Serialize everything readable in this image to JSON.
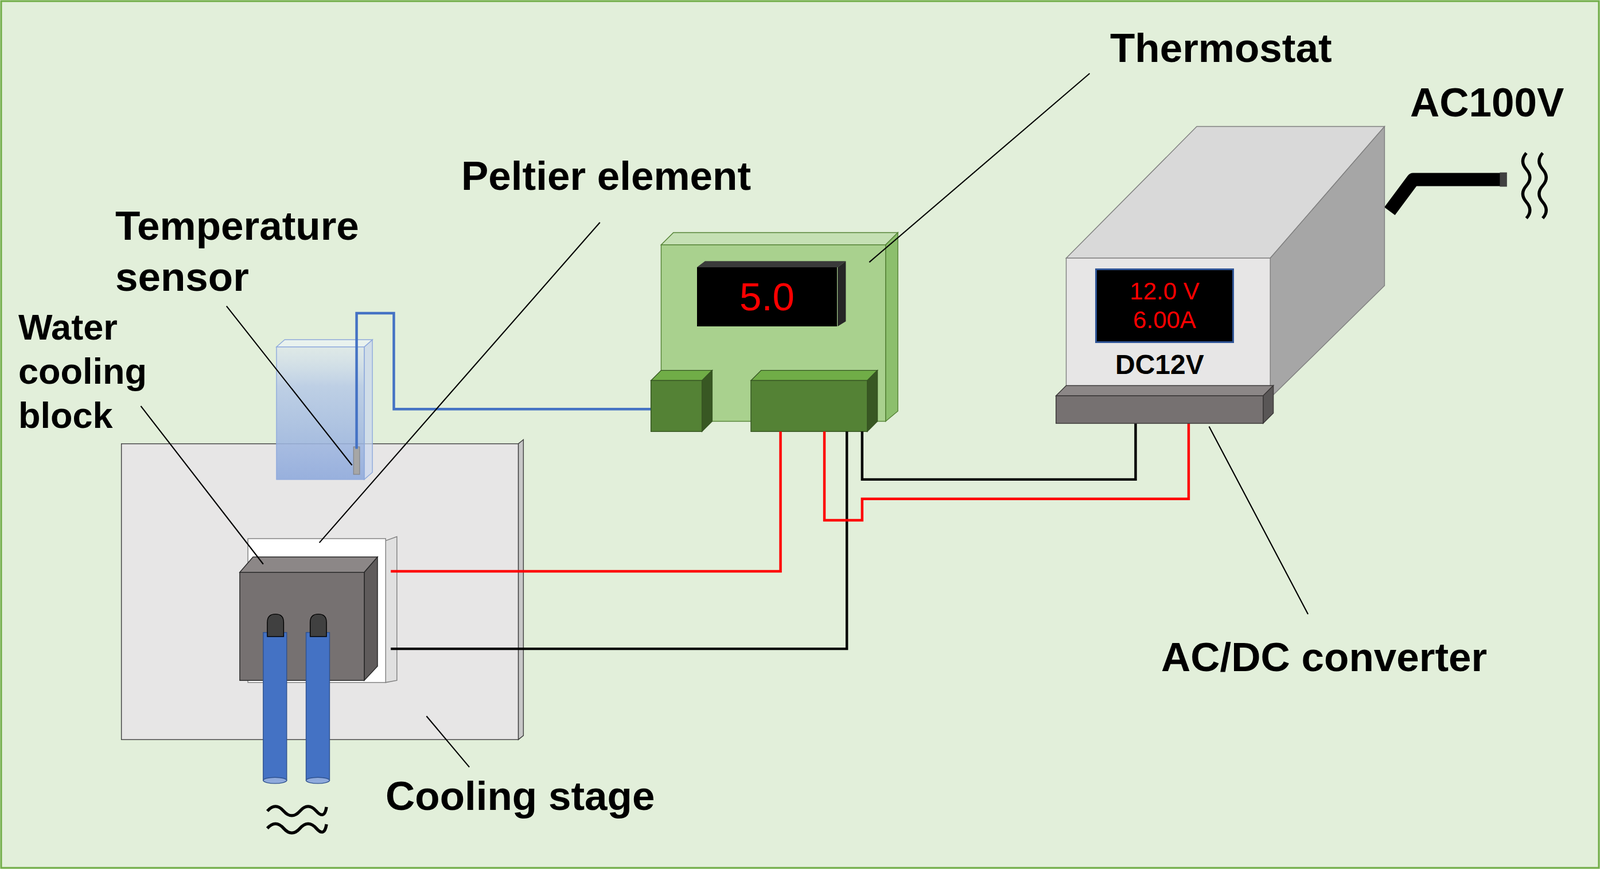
{
  "diagram": {
    "nodes": [
      {
        "text": [
          "5.0"
        ]
      },
      {
        "text": [
          "12.0 V",
          "6.00A"
        ]
      }
    ],
    "labels": [
      "Thermostat",
      "Peltier element",
      "Temperature sensor",
      "Water cooling block",
      "AC100V",
      "AC/DC converter",
      "Cooling stage",
      "DC12V"
    ]
  }
}
